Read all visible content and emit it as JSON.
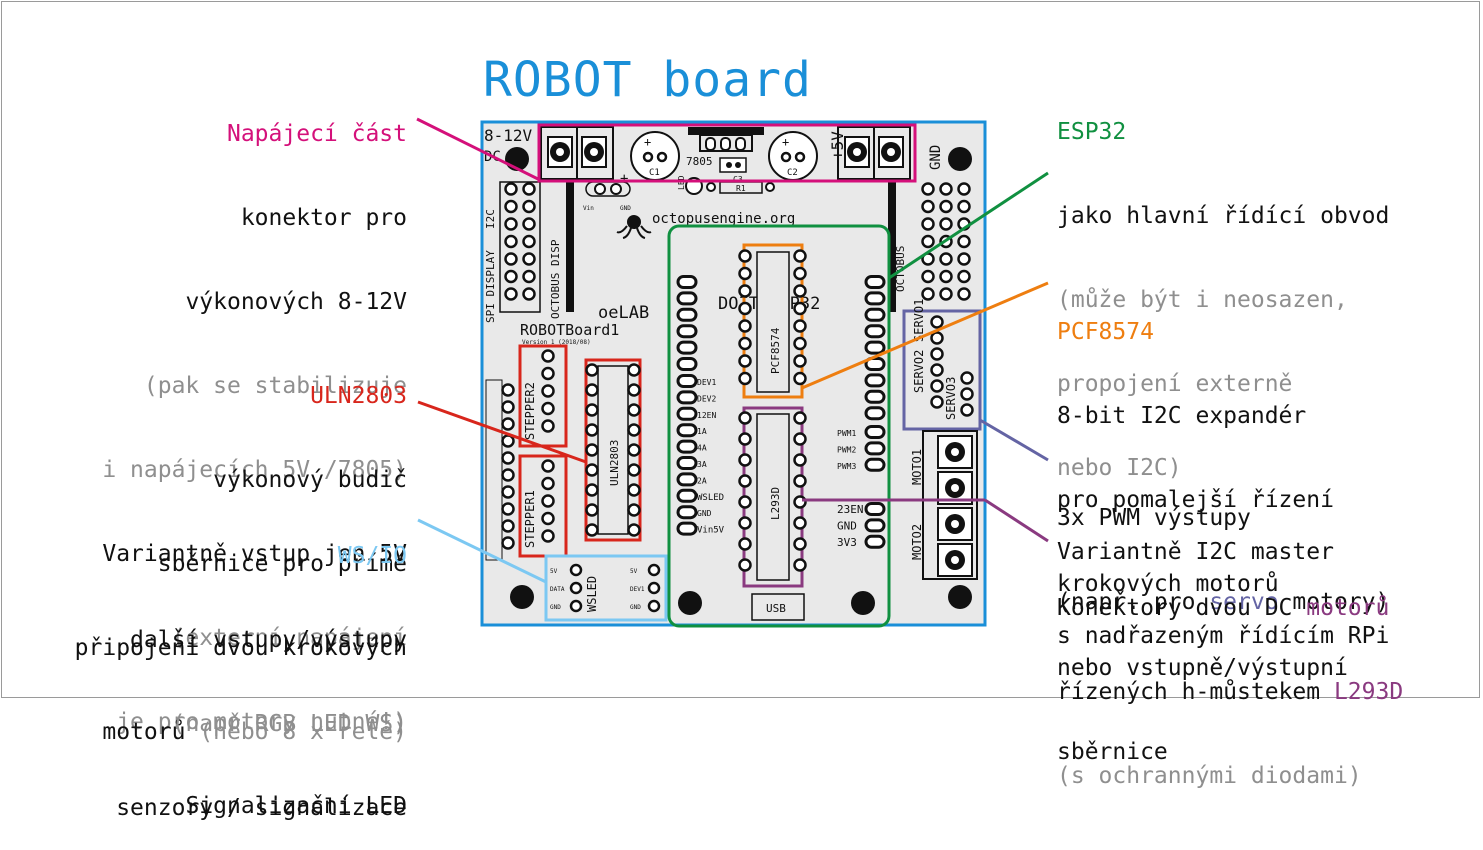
{
  "title": "ROBOT board",
  "colors": {
    "power": "#d4107a",
    "esp32": "#109040",
    "pcf": "#ee7e10",
    "uln": "#d8261c",
    "wsio": "#7cc8f2",
    "pwm": "#6464a4",
    "l293d": "#8a3a80",
    "board": "#1a8fd8"
  },
  "left_notes": {
    "power": {
      "heading": "Napájecí část",
      "lines": [
        {
          "text": "konektor pro",
          "style": "dark"
        },
        {
          "text": "výkonových 8-12V",
          "style": "dark"
        },
        {
          "text": "(pak se stabilizuje",
          "style": "gray"
        },
        {
          "text": "i napájecích 5V /7805)",
          "style": "gray"
        },
        {
          "text": "Variantně vstup jen 5V",
          "style": "dark"
        },
        {
          "text": "(externí napájení",
          "style": "gray"
        },
        {
          "text": "je pro motory nutné!)",
          "style": "gray"
        },
        {
          "text": "Signalizační LED",
          "style": "dark"
        }
      ]
    },
    "uln": {
      "heading": "ULN2803",
      "lines": [
        {
          "text": "výkonový budič",
          "style": "dark"
        },
        {
          "text": "sběrnice pro přímé",
          "style": "dark"
        },
        {
          "text": "připojení dvou krokových",
          "style": "dark"
        }
      ],
      "last_dark": "motorů",
      "last_gray": " (nebo 8 x relé)"
    },
    "wsio": {
      "heading": "WS/IO",
      "lines": [
        {
          "text": "další vstupy/výstupy",
          "style": "dark"
        },
        {
          "text": "(např RGB LED WS)",
          "style": "gray"
        },
        {
          "text": "senzory / signalizace",
          "style": "dark"
        }
      ]
    }
  },
  "right_notes": {
    "esp32": {
      "heading": "ESP32",
      "lines": [
        {
          "text": "jako hlavní řídící obvod",
          "style": "dark"
        },
        {
          "text": "(může být i neosazen,",
          "style": "gray"
        },
        {
          "text": "propojení externě",
          "style": "gray"
        },
        {
          "text": "nebo I2C)",
          "style": "gray"
        },
        {
          "text": "Variantně I2C master",
          "style": "dark"
        },
        {
          "text": "s nadřazeným řídícím RPi",
          "style": "dark"
        }
      ]
    },
    "pcf": {
      "heading": "PCF8574",
      "lines": [
        {
          "text": "8-bit I2C expandér",
          "style": "dark"
        },
        {
          "text": "pro pomalejší řízení",
          "style": "dark"
        },
        {
          "text": "krokových motorů",
          "style": "dark"
        },
        {
          "text": "nebo vstupně/výstupní",
          "style": "dark"
        },
        {
          "text": "sběrnice",
          "style": "dark"
        }
      ]
    },
    "pwm": {
      "line1": "3x PWM výstupy",
      "line2_pre": "(např. pro ",
      "line2_hl": "servo",
      "line2_post": " motory)"
    },
    "dc": {
      "line1_pre": "Konektory dvou DC ",
      "line1_hl": "motorů",
      "line2_pre": "řízených h-můstekem ",
      "line2_hl": "L293D",
      "line3": "(s ochrannými diodami)"
    }
  },
  "board_labels": {
    "in_voltage": "8-12V",
    "dc": "DC",
    "c1": "C1",
    "c2": "C2",
    "reg": "7805",
    "plus5v": "+5V",
    "gnd": "GND",
    "r1": "R1",
    "c3": "C3",
    "led": "LED",
    "vin": "Vin",
    "gnd_small": "GND",
    "plus": "+",
    "url": "octopusengine.org",
    "oelab": "oeLAB",
    "robotboard": "ROBOTBoard1",
    "version": "Version 1 (2018/08)",
    "doit": "DOIT ESP32",
    "pcf_chip": "PCF8574",
    "uln_chip": "ULN2803",
    "l293_chip": "L293D",
    "stepper1": "STEPPER1",
    "stepper2": "STEPPER2",
    "wsled": "WSLED",
    "usb": "USB",
    "servo1": "SERVO1",
    "servo2": "SERVO2",
    "servo3": "SERVO3",
    "moto1": "MOTO1",
    "moto2": "MOTO2",
    "octobus": "OCTOBUS",
    "octobus_disp": "OCTOBUS DISP",
    "spi_display": "SPI DISPLAY",
    "i2c": "I2C",
    "pins_left": [
      "DEV1",
      "DEV2",
      "12EN",
      "1A",
      "4A",
      "3A",
      "2A",
      "WSLED",
      "GND",
      "Vin5V"
    ],
    "pins_right": [
      "PWM1",
      "PWM2",
      "PWM3",
      "23EN",
      "GND",
      "3V3"
    ],
    "ws_left": [
      "5V",
      "DATA",
      "GND"
    ],
    "ws_right": [
      "5V",
      "DEV1",
      "GND"
    ]
  }
}
